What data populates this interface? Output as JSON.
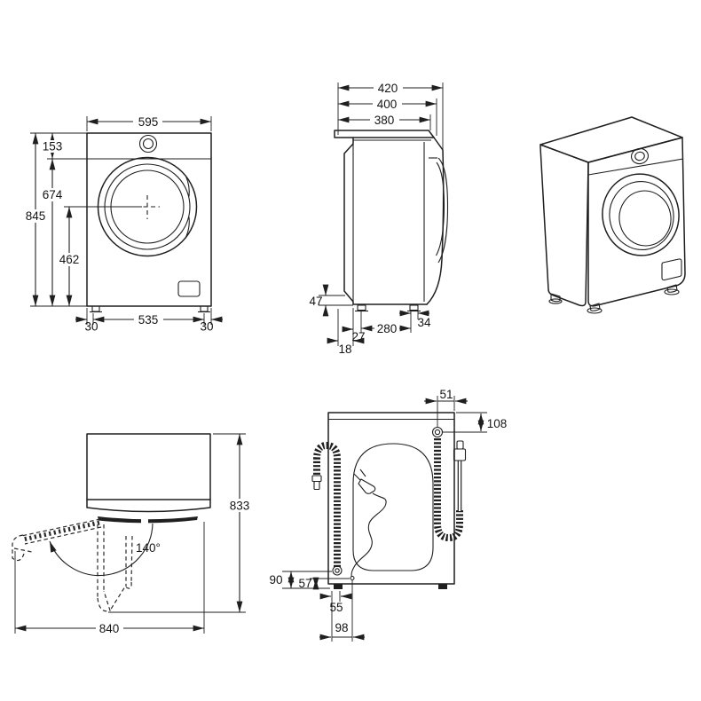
{
  "diagram_title": "washing-machine-dimension-diagram",
  "colors": {
    "line": "#1f1f1f",
    "background": "#ffffff"
  },
  "views": {
    "front": {
      "label": "front-view",
      "dims": {
        "width": "595",
        "top_to_panel": "153",
        "panel_to_floor": "674",
        "total_height": "845",
        "hub_to_floor": "462",
        "left_foot_inset": "30",
        "feet_outer_span": "535",
        "right_foot_inset": "30"
      }
    },
    "side": {
      "label": "side-view",
      "dims": {
        "depth_total": "420",
        "depth_worktop": "400",
        "depth_top_surface": "380",
        "plinth_height": "47",
        "foot_width": "34",
        "feet_span": "280",
        "front_offset": "27",
        "rear_offset": "18"
      }
    },
    "perspective": {
      "label": "perspective-view"
    },
    "swing": {
      "label": "door-swing-view",
      "dims": {
        "open_angle": "140°",
        "depth_door_open": "833",
        "width_door_open": "840"
      }
    },
    "rear": {
      "label": "rear-view",
      "dims": {
        "inlet_from_right": "51",
        "inlet_below_top": "108",
        "drain_outlet_height": "90",
        "cord_height": "57",
        "foot_width": "55",
        "foot_zone_width": "98"
      }
    }
  }
}
